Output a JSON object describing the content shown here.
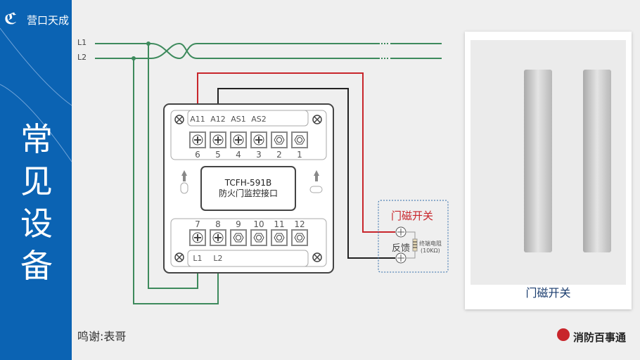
{
  "brand": {
    "name": "营口天成",
    "logo_text": "TC"
  },
  "sidebar": {
    "title": "常见设备"
  },
  "lines": {
    "l1": "L1",
    "l2": "L2"
  },
  "device": {
    "model": "TCFH-591B",
    "name": "防火门监控接口",
    "top_labels": [
      "A11",
      "A12",
      "AS1",
      "AS2"
    ],
    "top_numbers": [
      "6",
      "5",
      "4",
      "3",
      "2",
      "1"
    ],
    "bottom_numbers": [
      "7",
      "8",
      "9",
      "10",
      "11",
      "12"
    ],
    "bottom_labels": [
      "L1",
      "L2"
    ]
  },
  "door_switch": {
    "title": "门磁开关",
    "feedback": "反馈",
    "resistor": "终端电阻",
    "resistor_value": "(10KΩ)"
  },
  "photo": {
    "caption": "门磁开关"
  },
  "credit": "鸣谢:表哥",
  "footer": {
    "brand": "消防百事通"
  },
  "colors": {
    "sidebar": "#0b63b3",
    "green_wire": "#3d8a5c",
    "red_wire": "#c8252b",
    "black_wire": "#222222"
  }
}
